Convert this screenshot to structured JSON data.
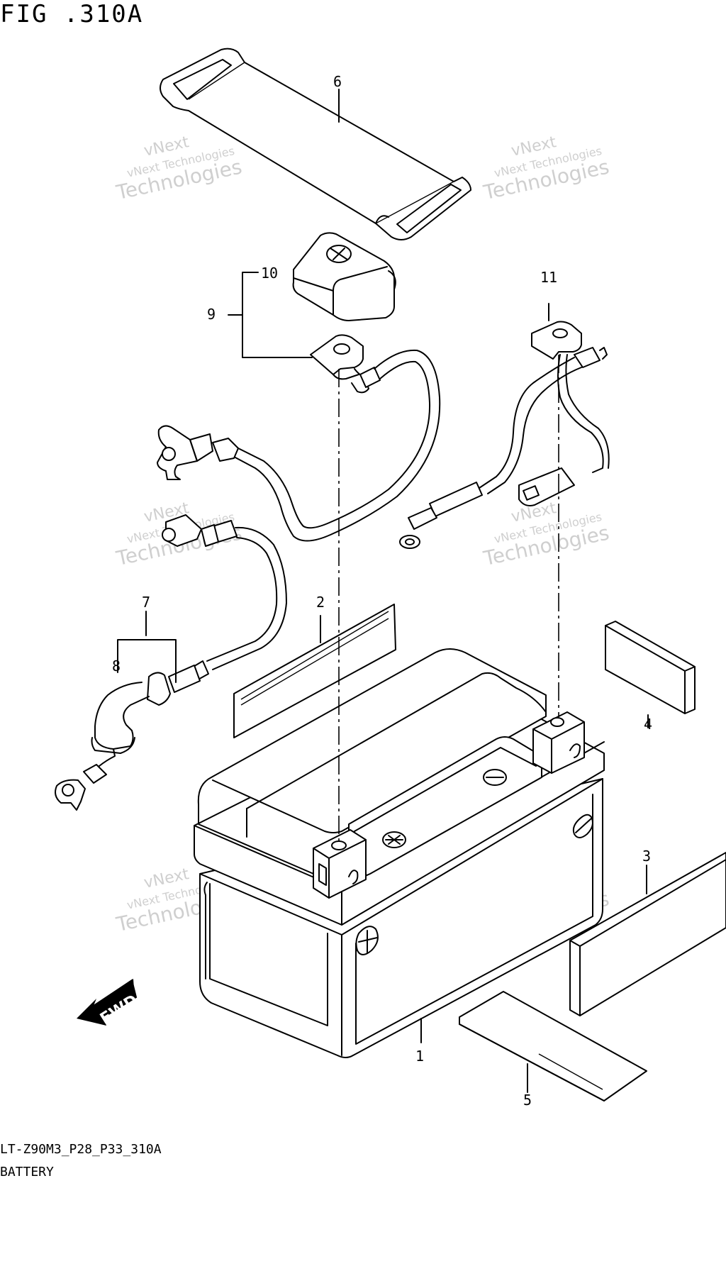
{
  "figure": {
    "title": "FIG .310A"
  },
  "callouts": [
    "1",
    "2",
    "3",
    "4",
    "5",
    "6",
    "7",
    "8",
    "9",
    "10",
    "11"
  ],
  "fwd_label": "FWD",
  "watermark": {
    "line1": "vNext Technologies",
    "line2": "vNext",
    "line3": "Technologies"
  },
  "footer": {
    "code": "LT-Z90M3_P28_P33_310A",
    "name": "BATTERY"
  }
}
